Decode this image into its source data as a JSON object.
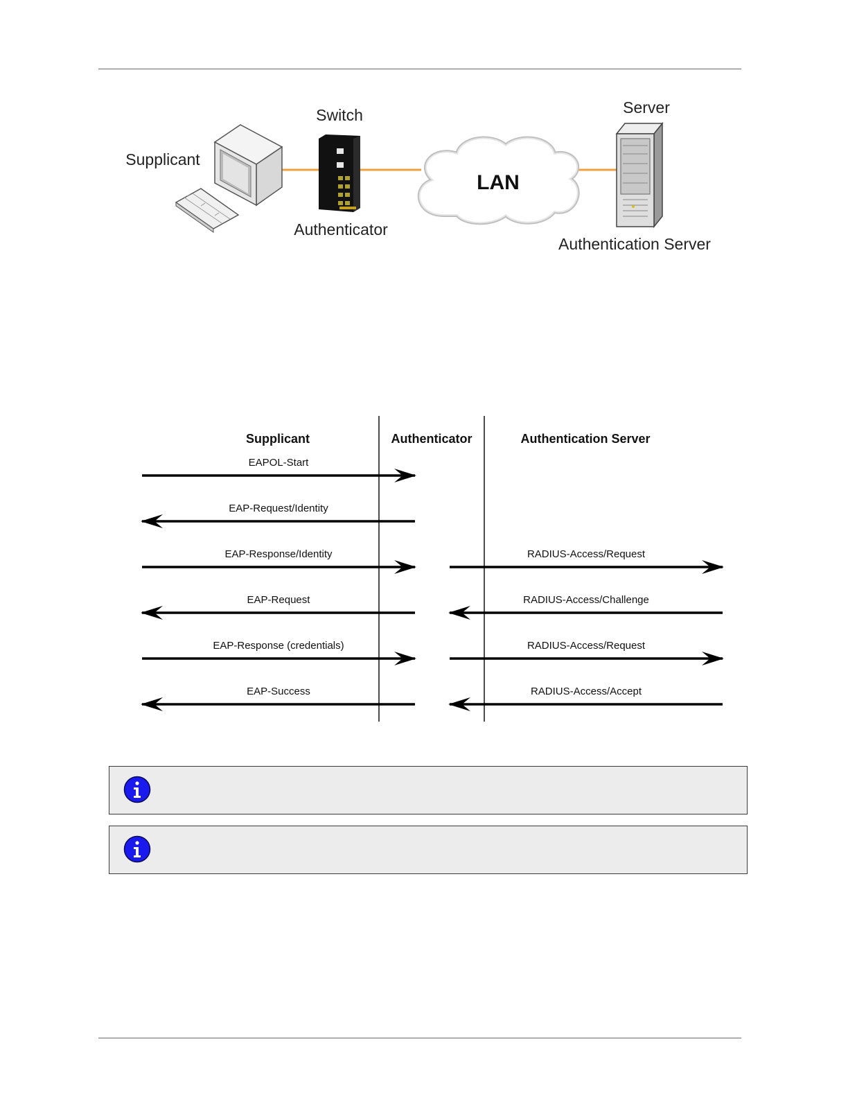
{
  "topology": {
    "supplicant_label": "Supplicant",
    "switch_label": "Switch",
    "authenticator_label": "Authenticator",
    "lan_label": "LAN",
    "server_label": "Server",
    "auth_server_label": "Authentication Server",
    "link_color": "#f0a040"
  },
  "sequence": {
    "columns": {
      "supplicant": "Supplicant",
      "authenticator": "Authenticator",
      "server": "Authentication Server"
    },
    "left_messages": [
      {
        "label": "EAPOL-Start",
        "direction": "right"
      },
      {
        "label": "EAP-Request/Identity",
        "direction": "left"
      },
      {
        "label": "EAP-Response/Identity",
        "direction": "right"
      },
      {
        "label": "EAP-Request",
        "direction": "left"
      },
      {
        "label": "EAP-Response (credentials)",
        "direction": "right"
      },
      {
        "label": "EAP-Success",
        "direction": "left"
      }
    ],
    "right_messages": [
      {
        "label": "",
        "direction": "none"
      },
      {
        "label": "",
        "direction": "none"
      },
      {
        "label": "RADIUS-Access/Request",
        "direction": "right"
      },
      {
        "label": "RADIUS-Access/Challenge",
        "direction": "left"
      },
      {
        "label": "RADIUS-Access/Request",
        "direction": "right"
      },
      {
        "label": "RADIUS-Access/Accept",
        "direction": "left"
      }
    ]
  },
  "notes": [
    {
      "icon": "info-icon",
      "text": ""
    },
    {
      "icon": "info-icon",
      "text": ""
    }
  ],
  "colors": {
    "info_blue": "#1a1aee",
    "note_background": "#ececec"
  }
}
